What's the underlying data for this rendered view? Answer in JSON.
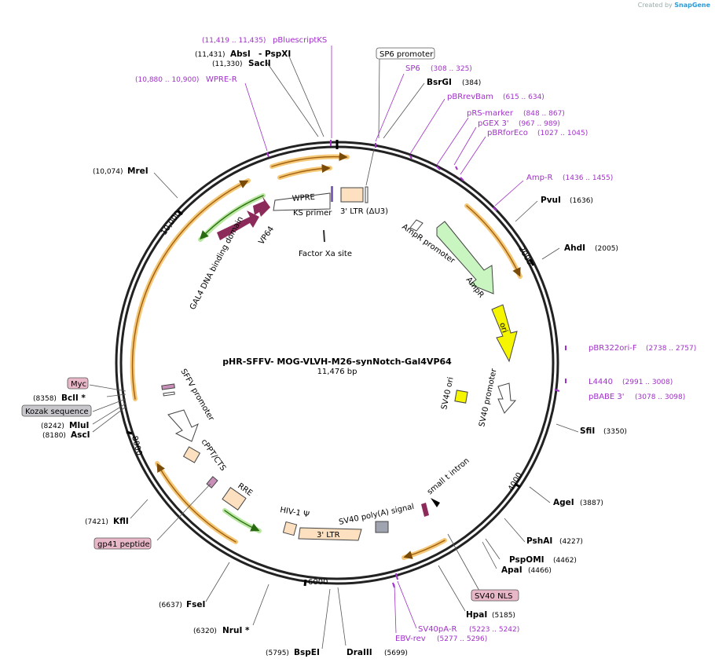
{
  "header": {
    "created_by": "Created by",
    "app": "SnapGene"
  },
  "plasmid": {
    "name": "pHR-SFFV- MOG-VLVH-M26-synNotch-Gal4VP64",
    "size_label": "11,476 bp"
  },
  "ticks": [
    "2000",
    "4000",
    "6000",
    "8000",
    "10,000"
  ],
  "enzymes": [
    {
      "name": "AbsI",
      "coord": "(11,431)",
      "extra": "- PspXI"
    },
    {
      "name": "SacII",
      "coord": "(11,330)"
    },
    {
      "name": "BsrGI",
      "coord": "(384)"
    },
    {
      "name": "MreI",
      "coord": "(10,074)"
    },
    {
      "name": "PvuI",
      "coord": "(1636)"
    },
    {
      "name": "AhdI",
      "coord": "(2005)"
    },
    {
      "name": "SfiI",
      "coord": "(3350)"
    },
    {
      "name": "AgeI",
      "coord": "(3887)"
    },
    {
      "name": "PshAI",
      "coord": "(4227)"
    },
    {
      "name": "PspOMI",
      "coord": "(4462)"
    },
    {
      "name": "ApaI",
      "coord": "(4466)"
    },
    {
      "name": "HpaI",
      "coord": "(5185)"
    },
    {
      "name": "DraIII",
      "coord": "(5699)"
    },
    {
      "name": "BspEI",
      "coord": "(5795)"
    },
    {
      "name": "NruI *",
      "coord": "(6320)"
    },
    {
      "name": "FseI",
      "coord": "(6637)"
    },
    {
      "name": "KflI",
      "coord": "(7421)"
    },
    {
      "name": "AscI",
      "coord": "(8180)"
    },
    {
      "name": "MluI",
      "coord": "(8242)"
    },
    {
      "name": "BclI *",
      "coord": "(8358)"
    }
  ],
  "primers": [
    {
      "name": "pBluescriptKS",
      "coord": "(11,419 .. 11,435)"
    },
    {
      "name": "WPRE-R",
      "coord": "(10,880 .. 10,900)"
    },
    {
      "name": "SP6",
      "coord": "(308 .. 325)"
    },
    {
      "name": "pBRrevBam",
      "coord": "(615 .. 634)"
    },
    {
      "name": "pRS-marker",
      "coord": "(848 .. 867)"
    },
    {
      "name": "pGEX 3'",
      "coord": "(967 .. 989)"
    },
    {
      "name": "pBRforEco",
      "coord": "(1027 .. 1045)"
    },
    {
      "name": "Amp-R",
      "coord": "(1436 .. 1455)"
    },
    {
      "name": "pBR322ori-F",
      "coord": "(2738 .. 2757)"
    },
    {
      "name": "L4440",
      "coord": "(2991 .. 3008)"
    },
    {
      "name": "pBABE 3'",
      "coord": "(3078 .. 3098)"
    },
    {
      "name": "SV40pA-R",
      "coord": "(5223 .. 5242)"
    },
    {
      "name": "EBV-rev",
      "coord": "(5277 .. 5296)"
    }
  ],
  "boxed_labels": {
    "sp6_promoter": "SP6 promoter",
    "myc": "Myc",
    "kozak": "Kozak sequence",
    "gp41": "gp41 peptide",
    "sv40_nls": "SV40 NLS"
  },
  "features": {
    "wpre": "WPRE",
    "ks_primer": "KS primer",
    "ltr3_du3": "3' LTR (ΔU3)",
    "vp64": "VP64",
    "gal4": "GAL4 DNA binding domain",
    "factor_xa": "Factor Xa site",
    "ampr_promoter": "AmpR promoter",
    "ampr": "AmpR",
    "ori": "ori",
    "sv40_ori": "SV40 ori",
    "sv40_promoter": "SV40 promoter",
    "small_t": "small t intron",
    "sv40_polya": "SV40 poly(A) signal",
    "ltr3": "3' LTR",
    "hiv_psi": "HIV-1 Ψ",
    "rre": "RRE",
    "cppt": "cPPT/CTS",
    "sffv": "SFFV promoter"
  },
  "colors": {
    "primer": "#a030c8",
    "orf": "#e8a020",
    "green": "#3a9a20",
    "gal4": "#8c2a5a",
    "ampr": "#c8f5c0",
    "ori": "#f5f500",
    "ltr": "#fde0c0"
  }
}
